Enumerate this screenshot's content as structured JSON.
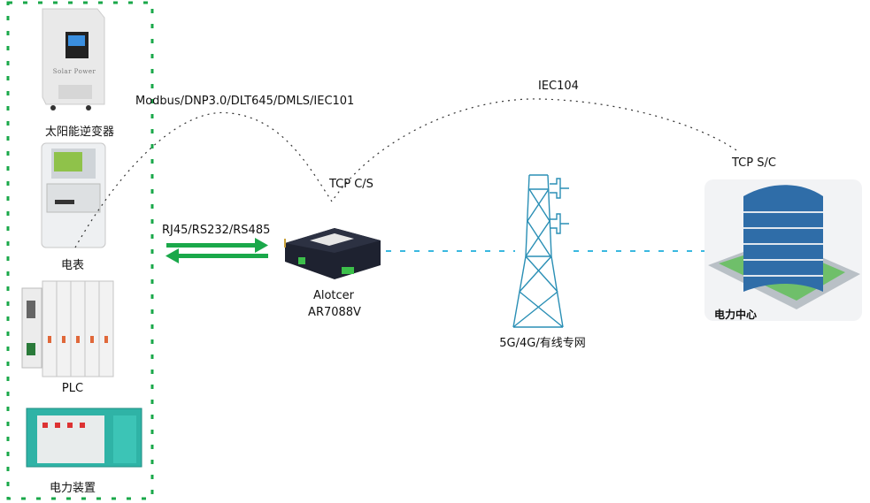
{
  "devices": {
    "inverter": {
      "label": "太阳能逆变器",
      "brand_text": "Solar Power"
    },
    "meter": {
      "label": "电表"
    },
    "plc": {
      "label": "PLC"
    },
    "power_device": {
      "label": "电力装置"
    }
  },
  "links": {
    "field_protocols": "Modbus/DNP3.0/DLT645/DMLS/IEC101",
    "gateway_mode": "TCP C/S",
    "serial_interfaces": "RJ45/RS232/RS485",
    "center_protocol": "IEC104",
    "center_mode": "TCP S/C"
  },
  "gateway": {
    "brand": "Alotcer",
    "model": "AR7088V"
  },
  "network": {
    "label": "5G/4G/有线专网"
  },
  "center": {
    "label": "电力中心"
  },
  "colors": {
    "group_border": "#1aa84a",
    "arrow": "#1aa84a",
    "network_line": "#3ab8e0",
    "tower": "#2a8fb5"
  }
}
